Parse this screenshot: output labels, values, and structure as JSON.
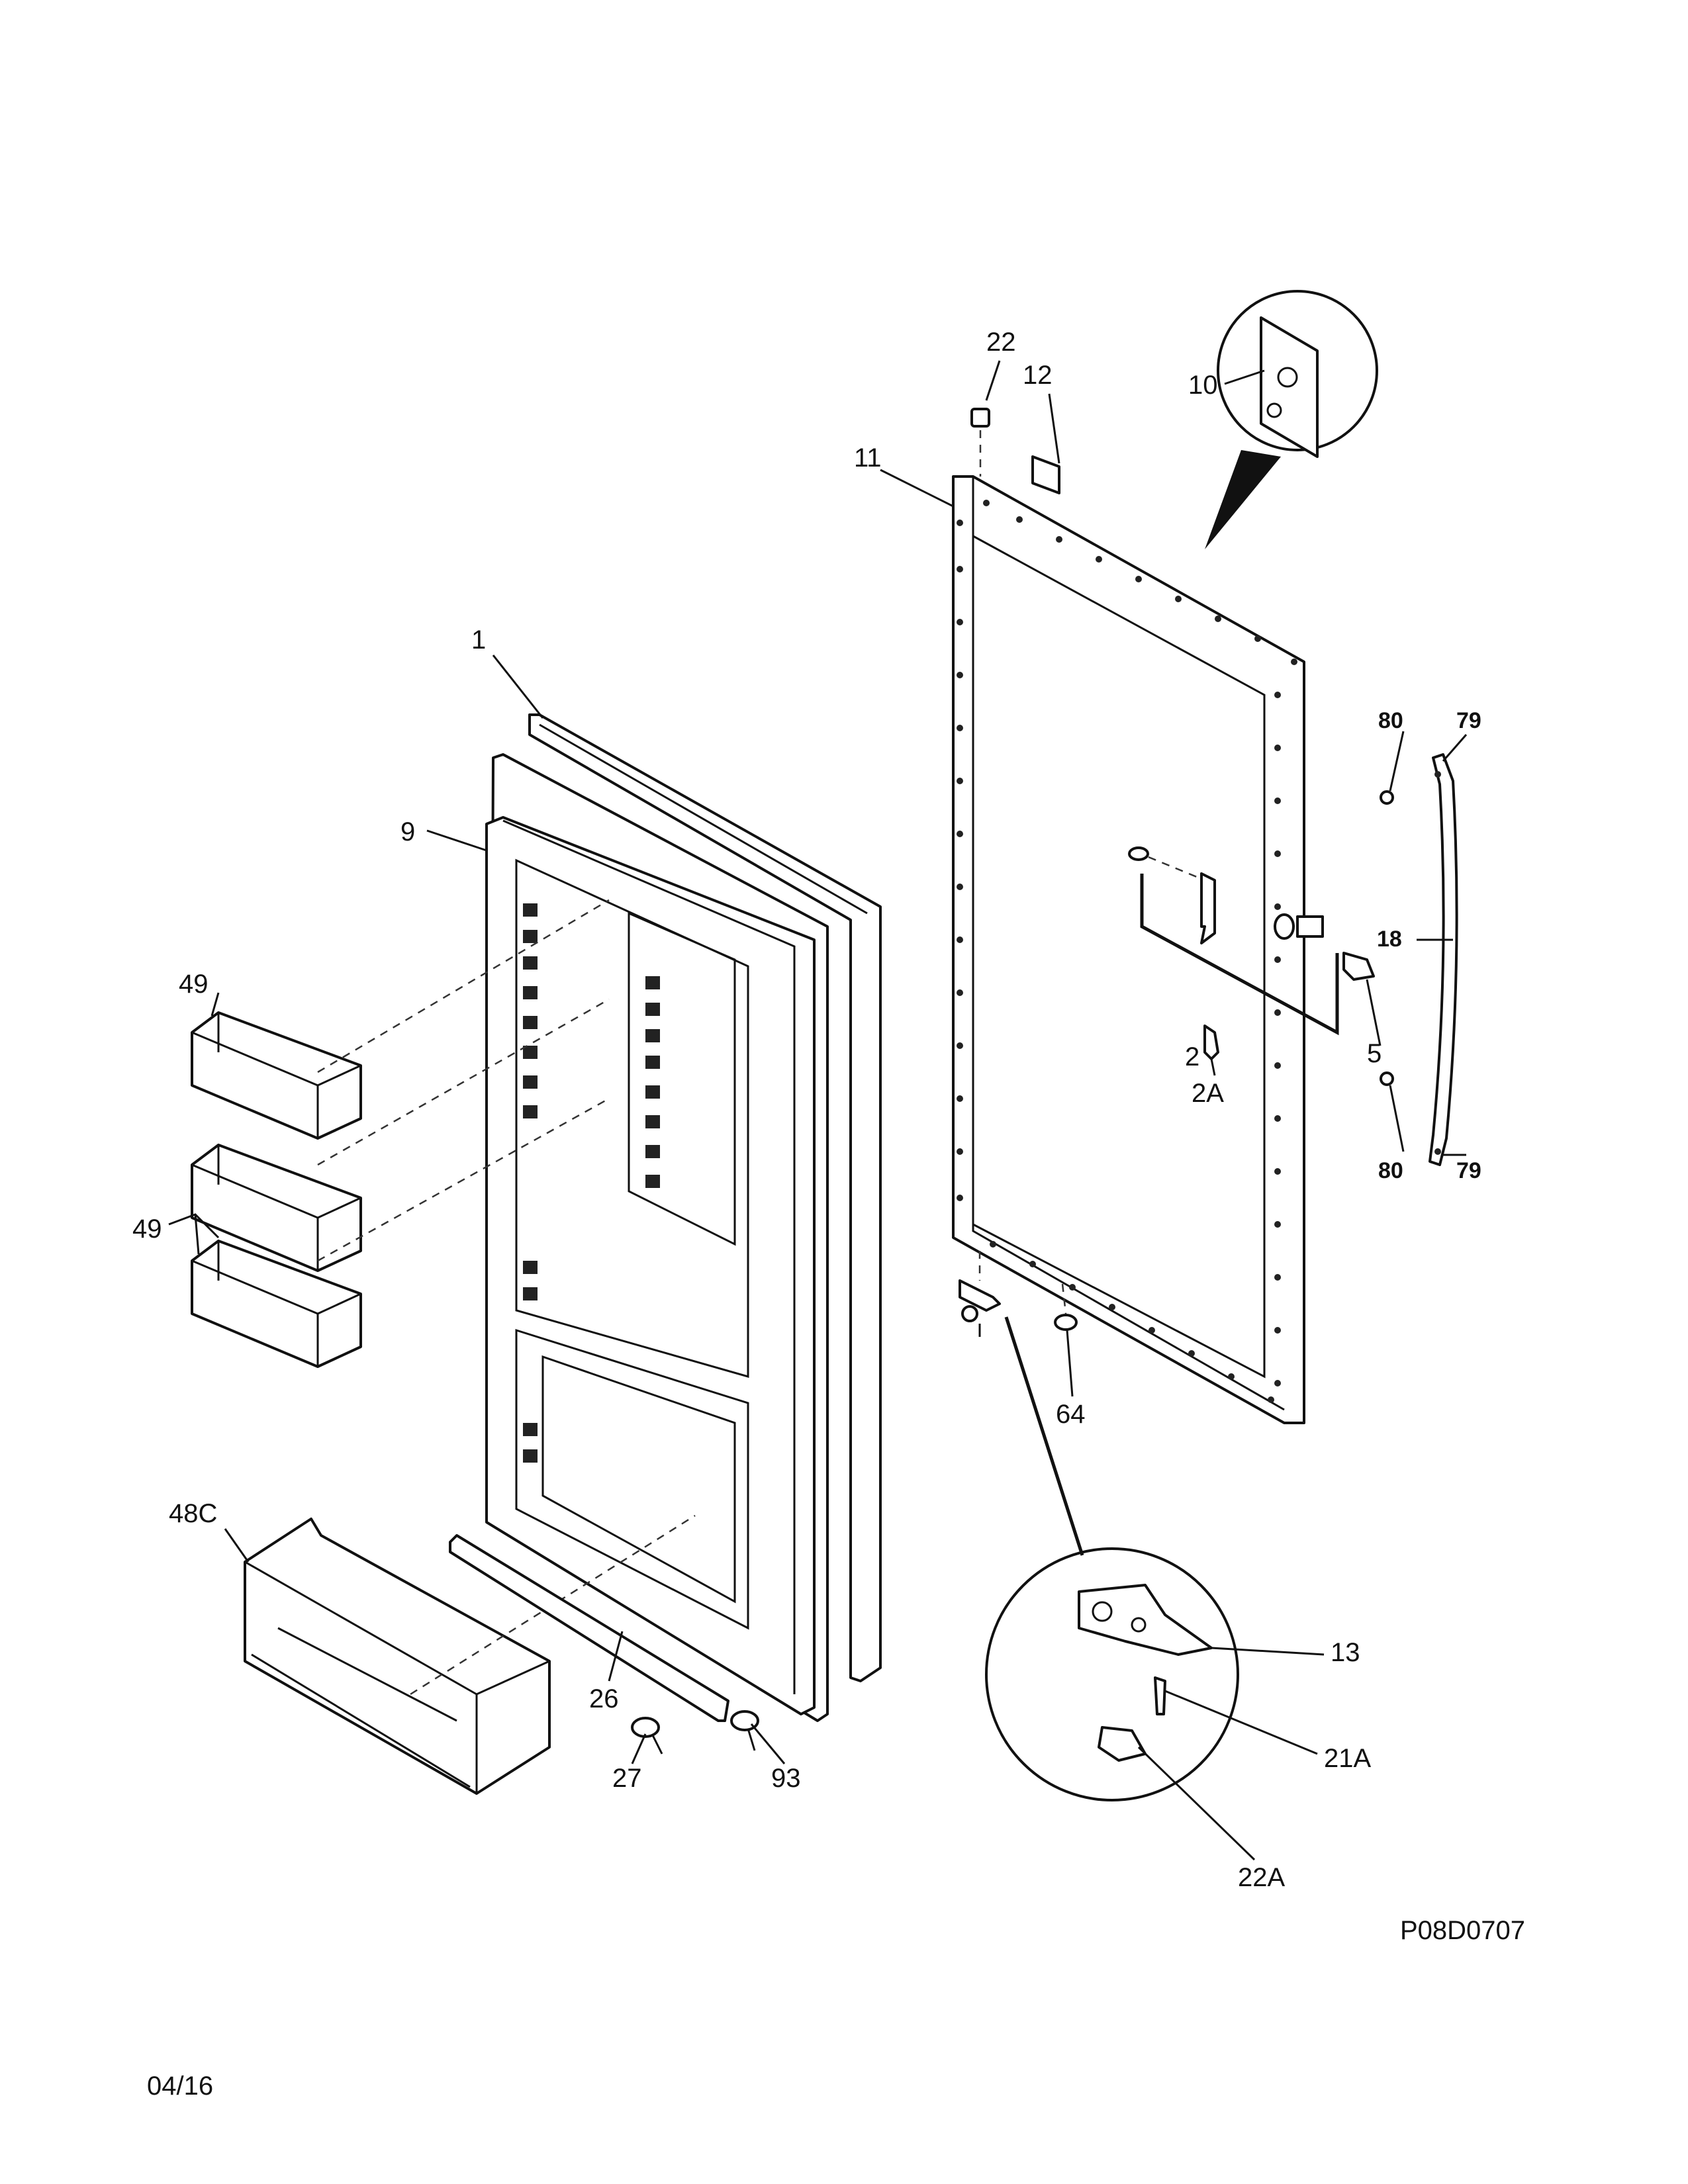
{
  "labels": {
    "l1": "1",
    "l9": "9",
    "l49a": "49",
    "l49b": "49",
    "l48c": "48C",
    "l26": "26",
    "l27": "27",
    "l93": "93",
    "l22": "22",
    "l12": "12",
    "l11": "11",
    "l10": "10",
    "l80a": "80",
    "l79a": "79",
    "l18": "18",
    "l2": "2",
    "l5": "5",
    "l2a": "2A",
    "l80b": "80",
    "l79b": "79",
    "l64": "64",
    "l13": "13",
    "l21a": "21A",
    "l22a": "22A"
  },
  "diagram_code": "P08D0707",
  "date_code": "04/16"
}
